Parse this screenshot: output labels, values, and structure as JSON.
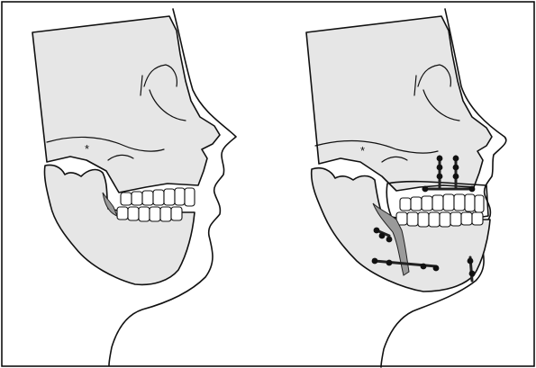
{
  "figure": {
    "panels": [
      {
        "id": "preoperative-profile",
        "marker": "*"
      },
      {
        "id": "postoperative-profile",
        "marker": "*"
      }
    ],
    "colors": {
      "bone": "#e6e6e6",
      "outline": "#111111",
      "teeth": "#ffffff",
      "graft": "#9a9a9a",
      "hardware": "#111111",
      "border": "#000000"
    },
    "icons": [
      "skull-left-profile",
      "skull-right-profile",
      "fixation-plate",
      "bone-screw"
    ]
  }
}
